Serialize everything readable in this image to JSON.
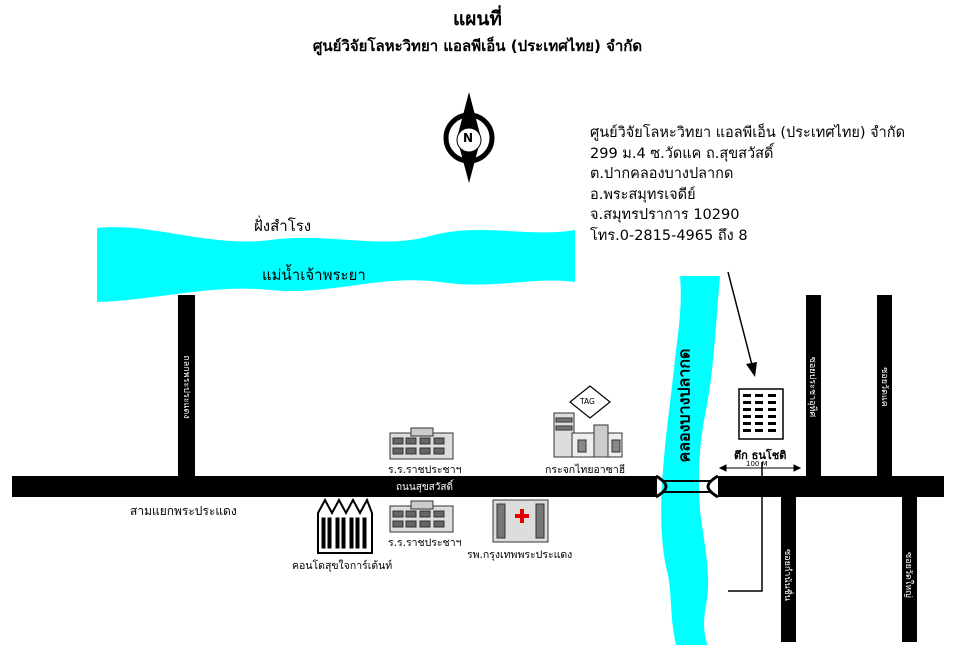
{
  "title": "แผนที่",
  "subtitle": "ศูนย์วิจัยโลหะวิทยา แอลพีเอ็น (ประเทศไทย) จำกัด",
  "address": {
    "lines": [
      "ศูนย์วิจัยโลหะวิทยา แอลพีเอ็น (ประเทศไทย) จำกัด",
      "299 ม.4 ซ.วัดแค ถ.สุขสวัสดิ์",
      "ต.ปากคลองบางปลากด",
      "อ.พระสมุทรเจดีย์",
      "จ.สมุทรปราการ 10290",
      "โทร.0-2815-4965 ถึง 8"
    ]
  },
  "compass": {
    "label": "N"
  },
  "water": {
    "river_bank_label": "ฝั่งสำโรง",
    "river_label": "แม่น้ำเจ้าพระยา",
    "canal_label": "คลองบางปลากด",
    "color": "#00FFFF"
  },
  "roads": {
    "main_road": "ถนนสุขสวัสดิ์",
    "junction": "สามแยกพระประแดง",
    "left_vertical": "ถลกพระประแดง",
    "right_upper_1": "ซอยประชาอุทิศ",
    "right_upper_2": "ซอยวัดแค",
    "right_lower_1": "ซอยกำนันชื่น",
    "right_lower_2": "ซอยวัดใหญ่",
    "color": "#000000"
  },
  "landmarks": {
    "school_top": "ร.ร.ราชประชาฯ",
    "glass_factory": "กระจกไทยอาซาฮี",
    "tag_sign": "TAG",
    "building": "ตึก ธนโชติ",
    "distance": "100 M",
    "condo": "คอนโดสุขใจการ์เด้นท์",
    "school_bottom": "ร.ร.ราชประชาฯ",
    "hospital": "รพ.กรุงเทพพระประแดง",
    "hospital_cross_color": "#E00000"
  }
}
